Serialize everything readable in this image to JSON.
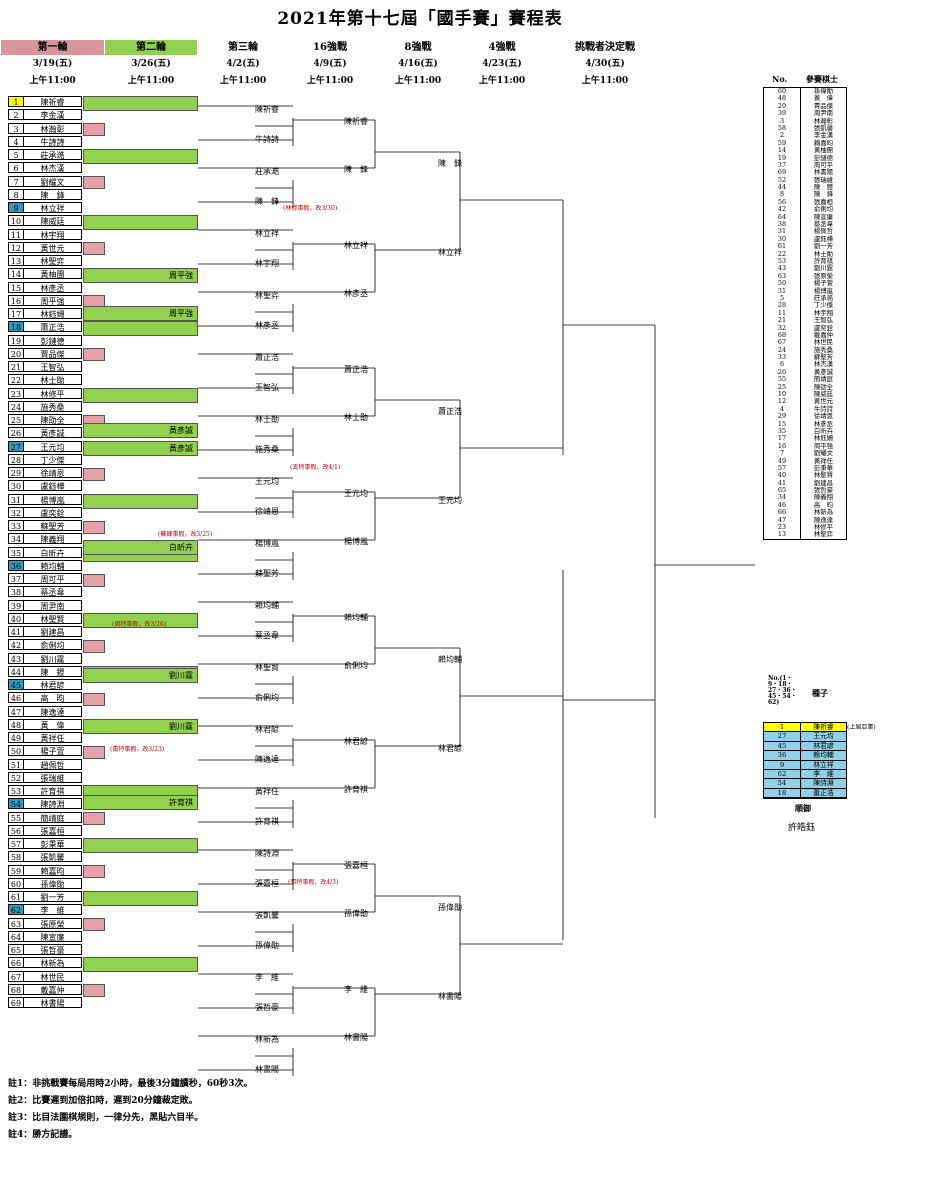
{
  "title": "2021年第十七屆「國手賽」賽程表",
  "rounds": [
    {
      "name": "第一輪",
      "date": "3/19(五)",
      "time": "上午11:00",
      "color": "#d9969a"
    },
    {
      "name": "第二輪",
      "date": "3/26(五)",
      "time": "上午11:00",
      "color": "#92d050"
    },
    {
      "name": "第三輪",
      "date": "4/2(五)",
      "time": "上午11:00"
    },
    {
      "name": "16強戰",
      "date": "4/9(五)",
      "time": "上午11:00"
    },
    {
      "name": "8強戰",
      "date": "4/16(五)",
      "time": "上午11:00"
    },
    {
      "name": "4強戰",
      "date": "4/23(五)",
      "time": "上午11:00"
    },
    {
      "name": "挑戰者決定戰",
      "date": "4/30(五)",
      "time": "上午11:00"
    }
  ],
  "players": [
    "陳祈睿",
    "李金漢",
    "林瀚彰",
    "牛詩詩",
    "莊承澔",
    "林杰漢",
    "劉耀文",
    "陳　鋒",
    "林立祥",
    "陳威廷",
    "林宇翔",
    "黃世元",
    "林聖弈",
    "黃柚團",
    "林彥丞",
    "周平強",
    "林鈺姍",
    "蕭正浩",
    "彭鏈德",
    "賈品傑",
    "王智弘",
    "林士勛",
    "林修平",
    "施秀桑",
    "陳劭全",
    "黃彥誠",
    "王元均",
    "丁少傑",
    "徐靖恩",
    "盧鈺樺",
    "楊博嵐",
    "盧奕銓",
    "蘇聖芳",
    "陳義翔",
    "白昕卉",
    "賴均輔",
    "周可平",
    "蔡丞韋",
    "周尹南",
    "林聖賢",
    "劉建昌",
    "俞俐均",
    "劉川霆",
    "陳　鐙",
    "林君諺",
    "高　昀",
    "陳逸達",
    "黃　偉",
    "黃祥任",
    "楊子萱",
    "趙佩哲",
    "張瑞維",
    "許育祺",
    "陳詩淵",
    "簡靖庭",
    "張嘉桓",
    "彭秉華",
    "張凱馨",
    "賴嘉昀",
    "孫偉勛",
    "劉一芳",
    "李　維",
    "張原榮",
    "陳宣廉",
    "張哲豪",
    "林新為",
    "林世民",
    "戴嘉仲",
    "林書陽"
  ],
  "r2_winners": [
    "",
    "",
    "",
    "",
    "",
    "",
    "周平強",
    "",
    "",
    "",
    "",
    "",
    "黃彥誠",
    "",
    "",
    "",
    "",
    "白昕卉",
    "",
    "",
    "",
    "",
    "劉川霆",
    "",
    "",
    "",
    "",
    "許育祺",
    "",
    "",
    "",
    "",
    "",
    "",
    "",
    "",
    ""
  ],
  "r3": [
    "陳祈睿",
    "牛詩詩",
    "莊承澔",
    "陳　鋒",
    "林立祥",
    "林宇翔",
    "林聖弈",
    "林彥丞",
    "蕭正浩",
    "王智弘",
    "林士勛",
    "施秀桑",
    "王元均",
    "徐靖恩",
    "楊博嵐",
    "蘇聖芳",
    "賴均輔",
    "蔡丞韋",
    "林聖賢",
    "俞俐均",
    "林君諺",
    "陳逸達",
    "黃祥任",
    "許育祺",
    "陳詩淵",
    "張嘉桓",
    "張凱馨",
    "孫偉勛",
    "李　維",
    "張哲豪",
    "林新為",
    "林書陽"
  ],
  "r16": [
    "陳祈睿",
    "陳　鋒",
    "林立祥",
    "林彥丞",
    "蕭正浩",
    "林士勛",
    "王元均",
    "楊博嵐",
    "賴均輔",
    "俞俐均",
    "林君諺",
    "許育祺",
    "張嘉桓",
    "孫偉勛",
    "李　維",
    "林書陽"
  ],
  "r8": [
    "陳　鋒",
    "林立祥",
    "蕭正浩",
    "王元均",
    "賴均輔",
    "林君諺",
    "孫偉勛",
    "林書陽"
  ],
  "notes": [
    "(林修事假，改3/30)",
    "(蘇鋒事假，改3/25)",
    "(周特事假，改3/26)",
    "(黃特事假，改3/23)",
    "(丟特事假，改4/1)",
    "(張特事假，改4/3)"
  ],
  "side_header": {
    "no": "No.",
    "name": "參賽棋士"
  },
  "side": [
    [
      "60",
      "孫偉勛"
    ],
    [
      "48",
      "黃　偉"
    ],
    [
      "20",
      "賈品傑"
    ],
    [
      "39",
      "周尹南"
    ],
    [
      "3",
      "林瀚彰"
    ],
    [
      "58",
      "張凱馨"
    ],
    [
      "2",
      "李金漢"
    ],
    [
      "59",
      "賴嘉昀"
    ],
    [
      "14",
      "黃柚團"
    ],
    [
      "19",
      "彭鏈德"
    ],
    [
      "37",
      "周可平"
    ],
    [
      "69",
      "林書陽"
    ],
    [
      "52",
      "張瑞維"
    ],
    [
      "44",
      "陳　鐙"
    ],
    [
      "8",
      "陳　鋒"
    ],
    [
      "56",
      "張嘉桓"
    ],
    [
      "42",
      "俞俐均"
    ],
    [
      "64",
      "陳宣廉"
    ],
    [
      "38",
      "蔡丞韋"
    ],
    [
      "31",
      "楊佩哲"
    ],
    [
      "30",
      "盧鈺樺"
    ],
    [
      "61",
      "劉一芳"
    ],
    [
      "22",
      "林士勛"
    ],
    [
      "53",
      "許育祺"
    ],
    [
      "43",
      "劉川霆"
    ],
    [
      "63",
      "張原榮"
    ],
    [
      "50",
      "楊子萱"
    ],
    [
      "31",
      "楊博嵐"
    ],
    [
      "5",
      "莊承澔"
    ],
    [
      "28",
      "丁少傑"
    ],
    [
      "11",
      "林宇翔"
    ],
    [
      "21",
      "王智弘"
    ],
    [
      "32",
      "盧奕銓"
    ],
    [
      "68",
      "戴嘉仲"
    ],
    [
      "67",
      "林世民"
    ],
    [
      "24",
      "施秀桑"
    ],
    [
      "33",
      "蘇聖芳"
    ],
    [
      "6",
      "林杰漢"
    ],
    [
      "26",
      "黃彥誠"
    ],
    [
      "55",
      "簡靖庭"
    ],
    [
      "25",
      "陳劭全"
    ],
    [
      "10",
      "陳威廷"
    ],
    [
      "12",
      "黃世元"
    ],
    [
      "4",
      "牛詩詩"
    ],
    [
      "29",
      "徐靖恩"
    ],
    [
      "15",
      "林彥丞"
    ],
    [
      "35",
      "白昕卉"
    ],
    [
      "17",
      "林鈺姍"
    ],
    [
      "16",
      "周平強"
    ],
    [
      "7",
      "劉耀文"
    ],
    [
      "49",
      "黃祥任"
    ],
    [
      "57",
      "彭秉華"
    ],
    [
      "40",
      "林聖賢"
    ],
    [
      "41",
      "劉建昌"
    ],
    [
      "65",
      "張哲豪"
    ],
    [
      "34",
      "陳義翔"
    ],
    [
      "46",
      "高　昀"
    ],
    [
      "66",
      "林新為"
    ],
    [
      "47",
      "陳逸達"
    ],
    [
      "23",
      "林修平"
    ],
    [
      "13",
      "林聖弈"
    ]
  ],
  "seed_header": {
    "no": "No.(1・9・18・27・36・45・54・62)",
    "name": "種子"
  },
  "seeds": [
    [
      "1",
      "陳祈睿",
      "(上屆亞軍)"
    ],
    [
      "27",
      "王元均",
      ""
    ],
    [
      "45",
      "林君諺",
      ""
    ],
    [
      "36",
      "賴均輔",
      ""
    ],
    [
      "9",
      "林立祥",
      ""
    ],
    [
      "62",
      "李　維",
      ""
    ],
    [
      "54",
      "陳詩淵",
      ""
    ],
    [
      "18",
      "蕭正浩",
      ""
    ]
  ],
  "referee_label": "順御",
  "referee": "許皓鈺",
  "footnotes": [
    "註1：非挑戰賽每局用時2小時，最後3分鐘讀秒，60秒3次。",
    "註2：比賽遲到加倍扣時，遲到20分鐘裁定敗。",
    "註3：比目法圍棋規則，一律分先，黑貼六目半。",
    "註4：勝方記譜。"
  ]
}
